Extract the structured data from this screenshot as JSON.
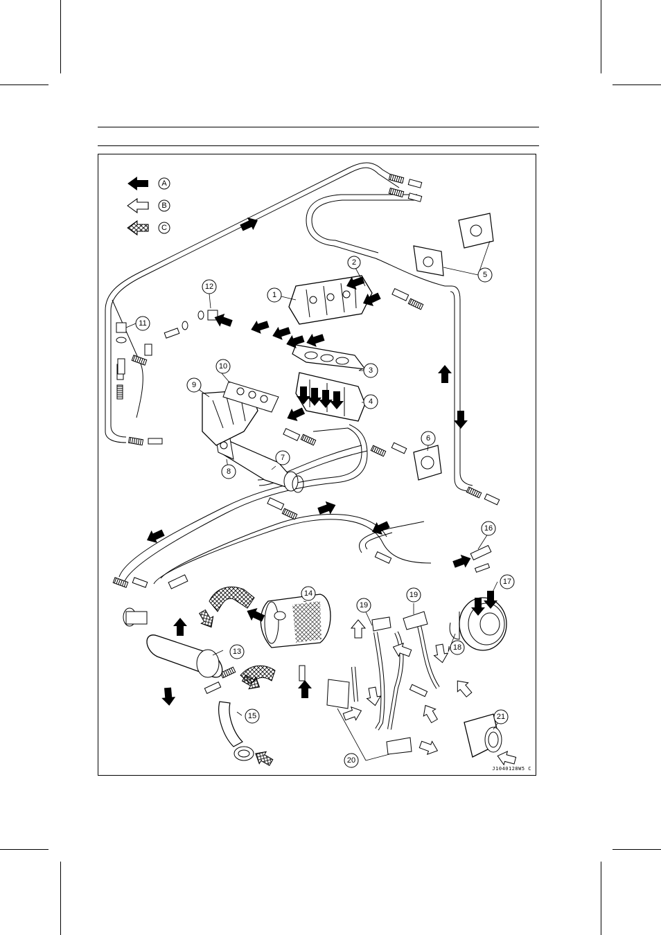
{
  "legend": [
    {
      "key": "A",
      "style": "solid"
    },
    {
      "key": "B",
      "style": "outline"
    },
    {
      "key": "C",
      "style": "hatched"
    }
  ],
  "callouts": [
    "1",
    "2",
    "3",
    "4",
    "5",
    "6",
    "7",
    "8",
    "9",
    "10",
    "11",
    "12",
    "13",
    "14",
    "15",
    "16",
    "17",
    "18",
    "19",
    "19",
    "20",
    "21"
  ],
  "figure_code": "J1040128W5 C",
  "colors": {
    "ink": "#000000",
    "paper": "#ffffff"
  }
}
